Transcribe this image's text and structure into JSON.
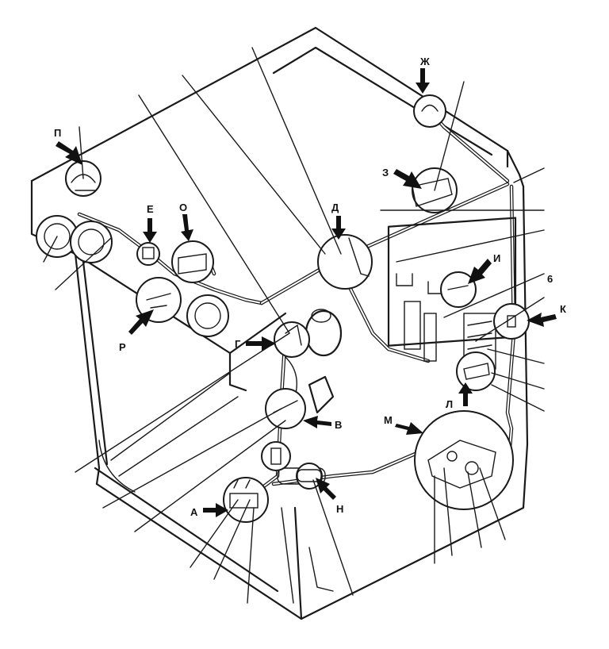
{
  "labels": {
    "A": "А",
    "B": "В",
    "G": "Г",
    "D": "Д",
    "E": "Е",
    "ZH": "Ж",
    "Z": "З",
    "I": "И",
    "K": "К",
    "L": "Л",
    "M": "М",
    "N": "Н",
    "O": "О",
    "P": "П",
    "R": "Р",
    "six": "6"
  }
}
